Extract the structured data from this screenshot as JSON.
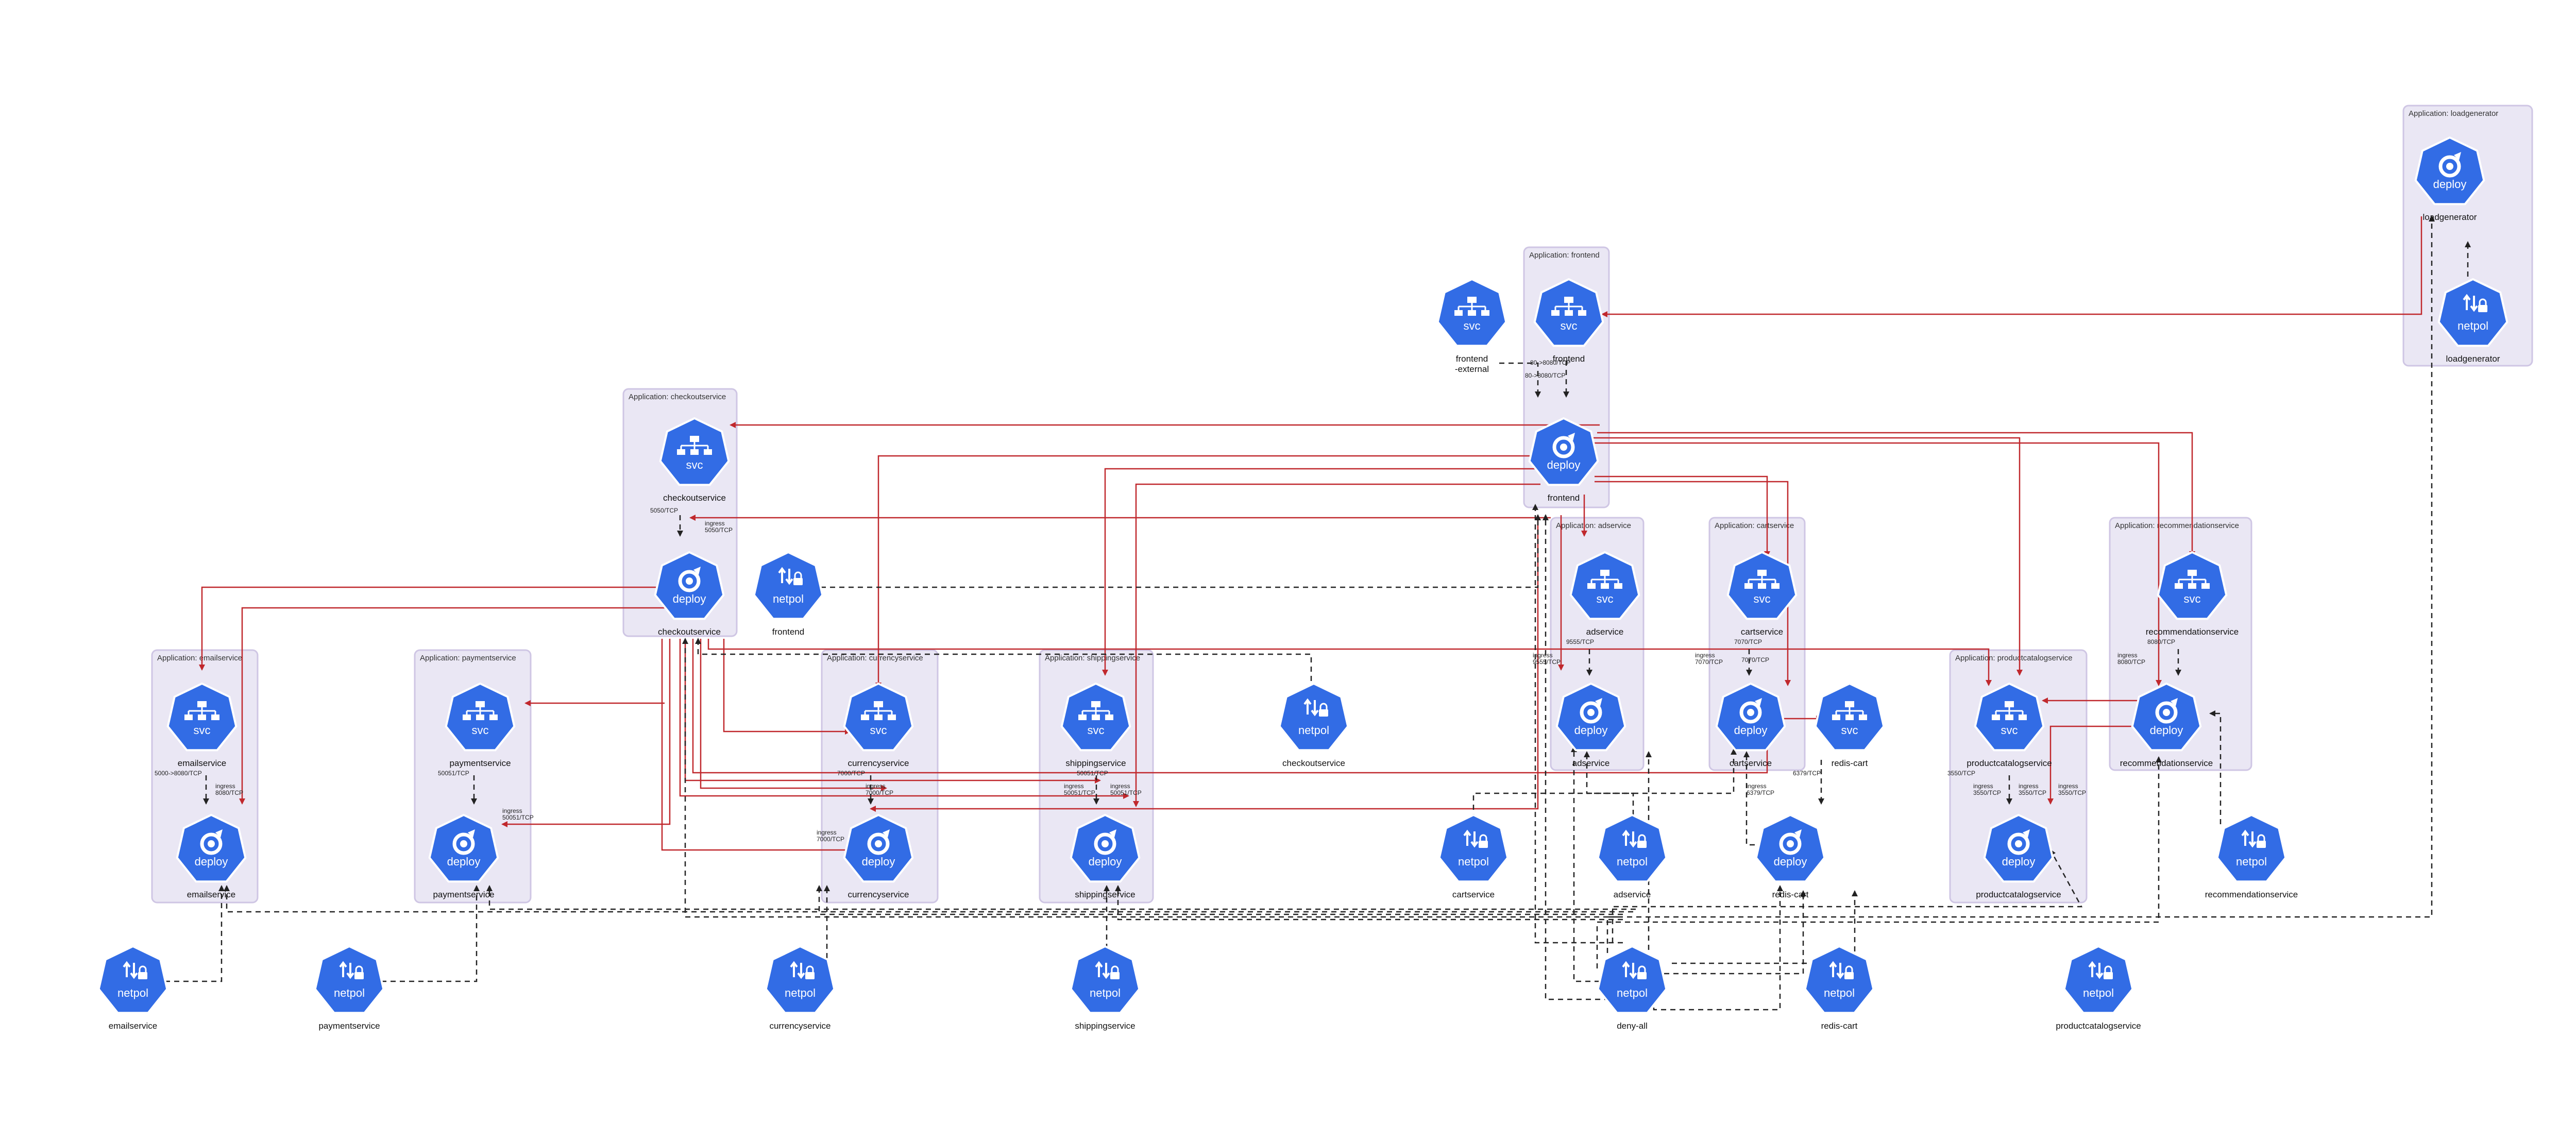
{
  "colors": {
    "node": "#326ce5",
    "group_fill": "#eae7f4",
    "group_border": "#cfc6e4",
    "red_edge": "#c0282d",
    "dashed_edge": "#222222"
  },
  "groups": [
    {
      "id": "g-loadgenerator",
      "label": "Application: loadgenerator"
    },
    {
      "id": "g-frontend",
      "label": "Application: frontend"
    },
    {
      "id": "g-checkoutservice",
      "label": "Application: checkoutservice"
    },
    {
      "id": "g-adservice",
      "label": "Application: adservice"
    },
    {
      "id": "g-cartservice",
      "label": "Application: cartservice"
    },
    {
      "id": "g-recommendationservice",
      "label": "Application: recommendationservice"
    },
    {
      "id": "g-emailservice",
      "label": "Application: emailservice"
    },
    {
      "id": "g-paymentservice",
      "label": "Application: paymentservice"
    },
    {
      "id": "g-currencyservice",
      "label": "Application: currencyservice"
    },
    {
      "id": "g-shippingservice",
      "label": "Application: shippingservice"
    },
    {
      "id": "g-productcatalogservice",
      "label": "Application: productcatalogservice"
    }
  ],
  "nodes": [
    {
      "id": "deploy-loadgenerator",
      "kind": "deploy",
      "icon": "deploy-icon",
      "name": "loadgenerator"
    },
    {
      "id": "netpol-loadgenerator",
      "kind": "netpol",
      "icon": "netpol-icon",
      "name": "loadgenerator"
    },
    {
      "id": "svc-frontend-external",
      "kind": "svc",
      "icon": "svc-icon",
      "name": "frontend\n-external"
    },
    {
      "id": "svc-frontend",
      "kind": "svc",
      "icon": "svc-icon",
      "name": "frontend"
    },
    {
      "id": "deploy-frontend",
      "kind": "deploy",
      "icon": "deploy-icon",
      "name": "frontend"
    },
    {
      "id": "svc-checkoutservice",
      "kind": "svc",
      "icon": "svc-icon",
      "name": "checkoutservice"
    },
    {
      "id": "deploy-checkoutservice",
      "kind": "deploy",
      "icon": "deploy-icon",
      "name": "checkoutservice"
    },
    {
      "id": "netpol-frontend",
      "kind": "netpol",
      "icon": "netpol-icon",
      "name": "frontend"
    },
    {
      "id": "svc-adservice",
      "kind": "svc",
      "icon": "svc-icon",
      "name": "adservice"
    },
    {
      "id": "deploy-adservice",
      "kind": "deploy",
      "icon": "deploy-icon",
      "name": "adservice"
    },
    {
      "id": "svc-cartservice",
      "kind": "svc",
      "icon": "svc-icon",
      "name": "cartservice"
    },
    {
      "id": "deploy-cartservice",
      "kind": "deploy",
      "icon": "deploy-icon",
      "name": "cartservice"
    },
    {
      "id": "svc-redis-cart",
      "kind": "svc",
      "icon": "svc-icon",
      "name": "redis-cart"
    },
    {
      "id": "svc-recommendationservice",
      "kind": "svc",
      "icon": "svc-icon",
      "name": "recommendationservice"
    },
    {
      "id": "deploy-recommendationservice",
      "kind": "deploy",
      "icon": "deploy-icon",
      "name": "recommendationservice"
    },
    {
      "id": "svc-emailservice",
      "kind": "svc",
      "icon": "svc-icon",
      "name": "emailservice"
    },
    {
      "id": "deploy-emailservice",
      "kind": "deploy",
      "icon": "deploy-icon",
      "name": "emailservice"
    },
    {
      "id": "svc-paymentservice",
      "kind": "svc",
      "icon": "svc-icon",
      "name": "paymentservice"
    },
    {
      "id": "deploy-paymentservice",
      "kind": "deploy",
      "icon": "deploy-icon",
      "name": "paymentservice"
    },
    {
      "id": "svc-currencyservice",
      "kind": "svc",
      "icon": "svc-icon",
      "name": "currencyservice"
    },
    {
      "id": "deploy-currencyservice",
      "kind": "deploy",
      "icon": "deploy-icon",
      "name": "currencyservice"
    },
    {
      "id": "svc-shippingservice",
      "kind": "svc",
      "icon": "svc-icon",
      "name": "shippingservice"
    },
    {
      "id": "deploy-shippingservice",
      "kind": "deploy",
      "icon": "deploy-icon",
      "name": "shippingservice"
    },
    {
      "id": "netpol-checkoutservice",
      "kind": "netpol",
      "icon": "netpol-icon",
      "name": "checkoutservice"
    },
    {
      "id": "svc-productcatalogservice",
      "kind": "svc",
      "icon": "svc-icon",
      "name": "productcatalogservice"
    },
    {
      "id": "deploy-productcatalogservice",
      "kind": "deploy",
      "icon": "deploy-icon",
      "name": "productcatalogservice"
    },
    {
      "id": "netpol-cartservice",
      "kind": "netpol",
      "icon": "netpol-icon",
      "name": "cartservice"
    },
    {
      "id": "netpol-adservice",
      "kind": "netpol",
      "icon": "netpol-icon",
      "name": "adservice"
    },
    {
      "id": "deploy-redis-cart",
      "kind": "deploy",
      "icon": "deploy-icon",
      "name": "redis-cart"
    },
    {
      "id": "netpol-recommendationservice",
      "kind": "netpol",
      "icon": "netpol-icon",
      "name": "recommendationservice"
    },
    {
      "id": "netpol-emailservice",
      "kind": "netpol",
      "icon": "netpol-icon",
      "name": "emailservice"
    },
    {
      "id": "netpol-paymentservice",
      "kind": "netpol",
      "icon": "netpol-icon",
      "name": "paymentservice"
    },
    {
      "id": "netpol-currencyservice",
      "kind": "netpol",
      "icon": "netpol-icon",
      "name": "currencyservice"
    },
    {
      "id": "netpol-shippingservice",
      "kind": "netpol",
      "icon": "netpol-icon",
      "name": "shippingservice"
    },
    {
      "id": "netpol-deny-all",
      "kind": "netpol",
      "icon": "netpol-icon",
      "name": "deny-all"
    },
    {
      "id": "netpol-redis-cart",
      "kind": "netpol",
      "icon": "netpol-icon",
      "name": "redis-cart"
    },
    {
      "id": "netpol-productcatalogservice",
      "kind": "netpol",
      "icon": "netpol-icon",
      "name": "productcatalogservice"
    }
  ],
  "port_labels": [
    {
      "id": "p-frontend-1",
      "text": "80->8080/TCP"
    },
    {
      "id": "p-frontend-2",
      "text": "80->8080/TCP"
    },
    {
      "id": "p-checkout-1",
      "text": "5050/TCP"
    },
    {
      "id": "p-checkout-2",
      "text": "ingress\n5050/TCP"
    },
    {
      "id": "p-ad-1",
      "text": "9555/TCP"
    },
    {
      "id": "p-ad-2",
      "text": "ingress\n9555/TCP"
    },
    {
      "id": "p-cart-1",
      "text": "7070/TCP"
    },
    {
      "id": "p-cart-2",
      "text": "ingress\n7070/TCP"
    },
    {
      "id": "p-cart-3",
      "text": "7070/TCP"
    },
    {
      "id": "p-rec-1",
      "text": "8080/TCP"
    },
    {
      "id": "p-rec-2",
      "text": "ingress\n8080/TCP"
    },
    {
      "id": "p-email-1",
      "text": "5000->8080/TCP"
    },
    {
      "id": "p-email-2",
      "text": "ingress\n8080/TCP"
    },
    {
      "id": "p-pay-1",
      "text": "50051/TCP"
    },
    {
      "id": "p-pay-2",
      "text": "ingress\n50051/TCP"
    },
    {
      "id": "p-cur-1",
      "text": "7000/TCP"
    },
    {
      "id": "p-cur-2",
      "text": "ingress\n7000/TCP"
    },
    {
      "id": "p-cur-3",
      "text": "ingress\n7000/TCP"
    },
    {
      "id": "p-ship-1",
      "text": "50051/TCP"
    },
    {
      "id": "p-ship-2",
      "text": "ingress\n50051/TCP"
    },
    {
      "id": "p-ship-3",
      "text": "ingress\n50051/TCP"
    },
    {
      "id": "p-redis-1",
      "text": "6379/TCP"
    },
    {
      "id": "p-redis-2",
      "text": "ingress\n6379/TCP"
    },
    {
      "id": "p-pc-1",
      "text": "3550/TCP"
    },
    {
      "id": "p-pc-2",
      "text": "ingress\n3550/TCP"
    },
    {
      "id": "p-pc-3",
      "text": "ingress\n3550/TCP"
    },
    {
      "id": "p-pc-4",
      "text": "ingress\n3550/TCP"
    }
  ],
  "node_labels": {
    "svc": "svc",
    "deploy": "deploy",
    "netpol": "netpol"
  }
}
